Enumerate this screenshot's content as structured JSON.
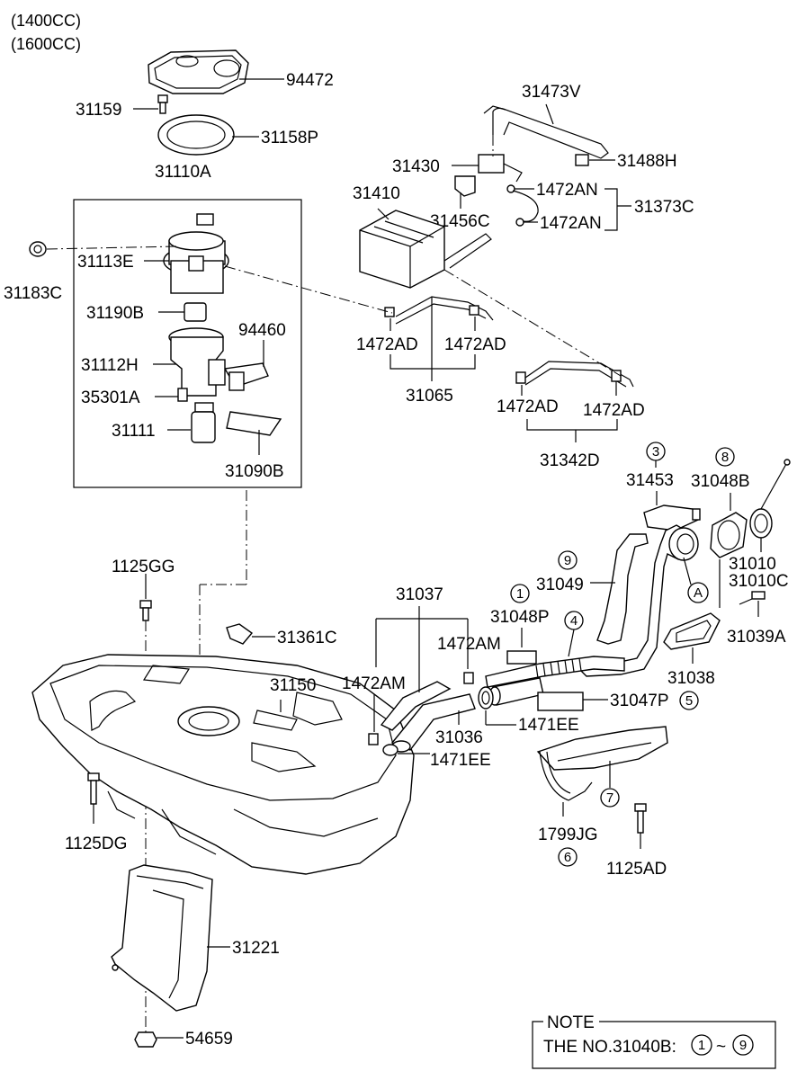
{
  "variants": [
    "(1400CC)",
    "(1600CC)"
  ],
  "parts": {
    "p94472": "94472",
    "p31159": "31159",
    "p31158P": "31158P",
    "p31110A": "31110A",
    "p31183C": "31183C",
    "p31113E": "31113E",
    "p31190B": "31190B",
    "p94460": "94460",
    "p31112H": "31112H",
    "p35301A": "35301A",
    "p31111": "31111",
    "p31090B": "31090B",
    "p31473V": "31473V",
    "p31430": "31430",
    "p31488H": "31488H",
    "p31410": "31410",
    "p1472AN_a": "1472AN",
    "p1472AN_b": "1472AN",
    "p31373C": "31373C",
    "p31456C": "31456C",
    "p1472AD_a": "1472AD",
    "p1472AD_b": "1472AD",
    "p31065": "31065",
    "p1472AD_c": "1472AD",
    "p1472AD_d": "1472AD",
    "p31342D": "31342D",
    "p31453": "31453",
    "p31048B": "31048B",
    "p31010": "31010",
    "p31010C": "31010C",
    "p31049": "31049",
    "p31048P": "31048P",
    "p31039A": "31039A",
    "p1125GG": "1125GG",
    "p31037": "31037",
    "p1472AM_a": "1472AM",
    "p31361C": "31361C",
    "p31150": "31150",
    "p1472AM_b": "1472AM",
    "p31038": "31038",
    "p31047P": "31047P",
    "p1471EE_a": "1471EE",
    "p31036": "31036",
    "p1471EE_b": "1471EE",
    "p1125DG": "1125DG",
    "p1799JG": "1799JG",
    "p1125AD": "1125AD",
    "p31221": "31221",
    "p54659": "54659"
  },
  "callouts": {
    "c3": "3",
    "c8": "8",
    "c9": "9",
    "c1": "1",
    "c4": "4",
    "c5": "5",
    "c7": "7",
    "c6": "6",
    "cA": "A"
  },
  "note": {
    "title": "NOTE",
    "text": "THE NO.31040B:",
    "from": "1",
    "sep": "~",
    "to": "9"
  }
}
